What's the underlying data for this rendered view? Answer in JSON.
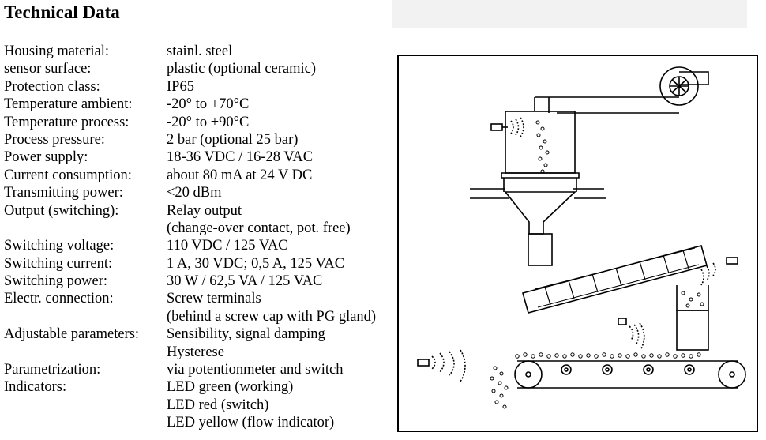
{
  "title": "Technical Data",
  "specs": [
    {
      "label": "Housing material:",
      "value": "stainl. steel"
    },
    {
      "label": "sensor surface:",
      "value": "plastic (optional ceramic)"
    },
    {
      "label": "Protection class:",
      "value": "IP65"
    },
    {
      "label": "Temperature ambient:",
      "value": "-20° to +70°C"
    },
    {
      "label": "Temperature process:",
      "value": "-20° to +90°C"
    },
    {
      "label": "Process pressure:",
      "value": "2 bar (optional 25 bar)"
    },
    {
      "label": "Power supply:",
      "value": "18-36 VDC / 16-28 VAC"
    },
    {
      "label": "Current consumption:",
      "value": "about 80 mA at 24 V DC"
    },
    {
      "label": "Transmitting power:",
      "value": "<20 dBm"
    },
    {
      "label": "Output (switching):",
      "value": "Relay output"
    },
    {
      "label": "",
      "value": "(change-over contact, pot. free)"
    },
    {
      "label": "Switching voltage:",
      "value": "110 VDC / 125 VAC"
    },
    {
      "label": "Switching current:",
      "value": "1 A, 30 VDC; 0,5 A, 125 VAC"
    },
    {
      "label": "Switching power:",
      "value": "30 W / 62,5 VA / 125 VAC"
    },
    {
      "label": "Electr. connection:",
      "value": "Screw terminals"
    },
    {
      "label": "",
      "value": "(behind a screw cap with PG gland)"
    },
    {
      "label": "Adjustable parameters:",
      "value": "Sensibility, signal damping"
    },
    {
      "label": "",
      "value": "Hysterese"
    },
    {
      "label": "Parametrization:",
      "value": "via potentionmeter and switch"
    },
    {
      "label": "Indicators:",
      "value": "LED green (working)"
    },
    {
      "label": "",
      "value": "LED red (switch)"
    },
    {
      "label": "",
      "value": "LED yellow (flow indicator)"
    }
  ]
}
